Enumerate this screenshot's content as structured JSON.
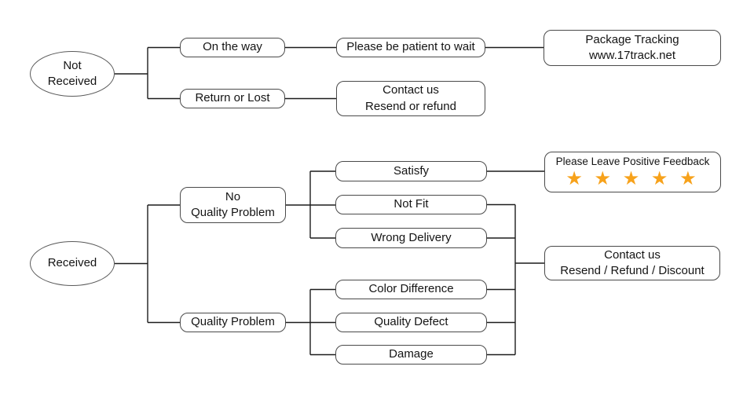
{
  "colors": {
    "line": "#1c1c1c",
    "box_border": "#4a4a4a",
    "star": "#F7A21B"
  },
  "nodes": {
    "not_received": {
      "line1": "Not",
      "line2": "Received"
    },
    "on_the_way": {
      "label": "On the way"
    },
    "please_wait": {
      "label": "Please be patient to wait"
    },
    "package_tracking": {
      "line1": "Package Tracking",
      "line2": "www.17track.net"
    },
    "return_or_lost": {
      "label": "Return or Lost"
    },
    "contact_resend_refund": {
      "line1": "Contact us",
      "line2": "Resend or refund"
    },
    "received": {
      "label": "Received"
    },
    "no_quality_problem": {
      "line1": "No",
      "line2": "Quality Problem"
    },
    "quality_problem": {
      "label": "Quality Problem"
    },
    "satisfy": {
      "label": "Satisfy"
    },
    "not_fit": {
      "label": "Not Fit"
    },
    "wrong_delivery": {
      "label": "Wrong Delivery"
    },
    "positive_feedback": {
      "label": "Please Leave Positive Feedback",
      "stars": "★ ★ ★ ★ ★",
      "star_count": 5
    },
    "color_difference": {
      "label": "Color Difference"
    },
    "quality_defect": {
      "label": "Quality Defect"
    },
    "damage": {
      "label": "Damage"
    },
    "contact_resend_refund_discount": {
      "line1": "Contact us",
      "line2": "Resend / Refund / Discount"
    }
  }
}
